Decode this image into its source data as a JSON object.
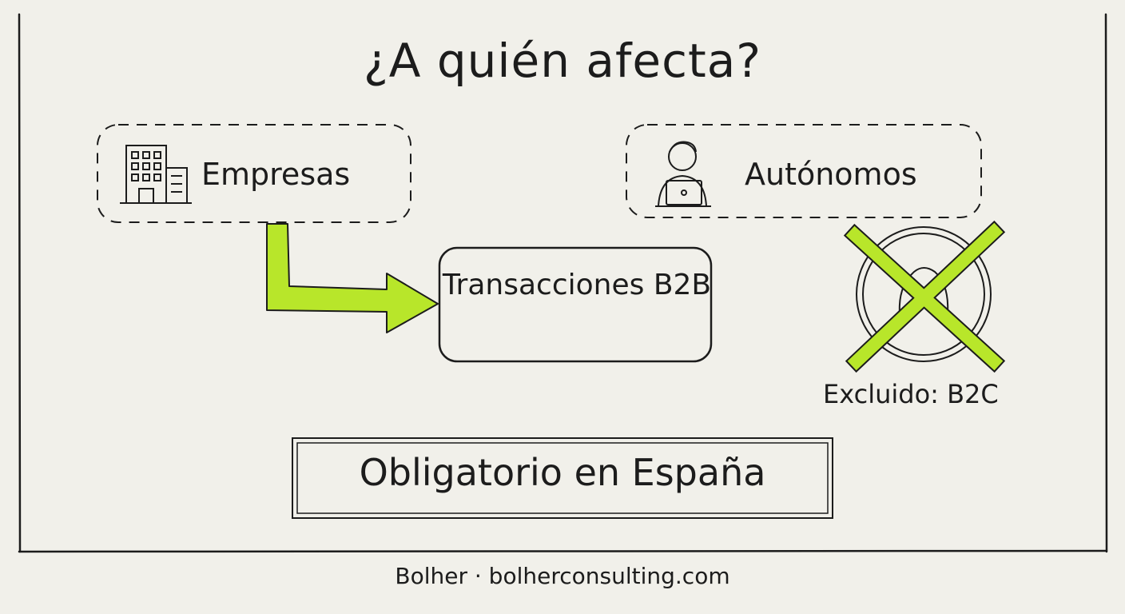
{
  "title": "¿A quién afecta?",
  "nodes": {
    "empresas": {
      "label": "Empresas",
      "icon": "building-icon"
    },
    "autonomos": {
      "label": "Autónomos",
      "icon": "person-laptop-icon"
    },
    "b2b": {
      "label": "Transacciones B2B"
    },
    "excluded": {
      "label": "Excluido: B2C",
      "icon": "crossed-out-icon"
    }
  },
  "banner": "Obligatorio en España",
  "footer": "Bolher · bolherconsulting.com",
  "colors": {
    "background": "#f1f0ea",
    "ink": "#1c1c1c",
    "accent": "#b8e62a"
  }
}
